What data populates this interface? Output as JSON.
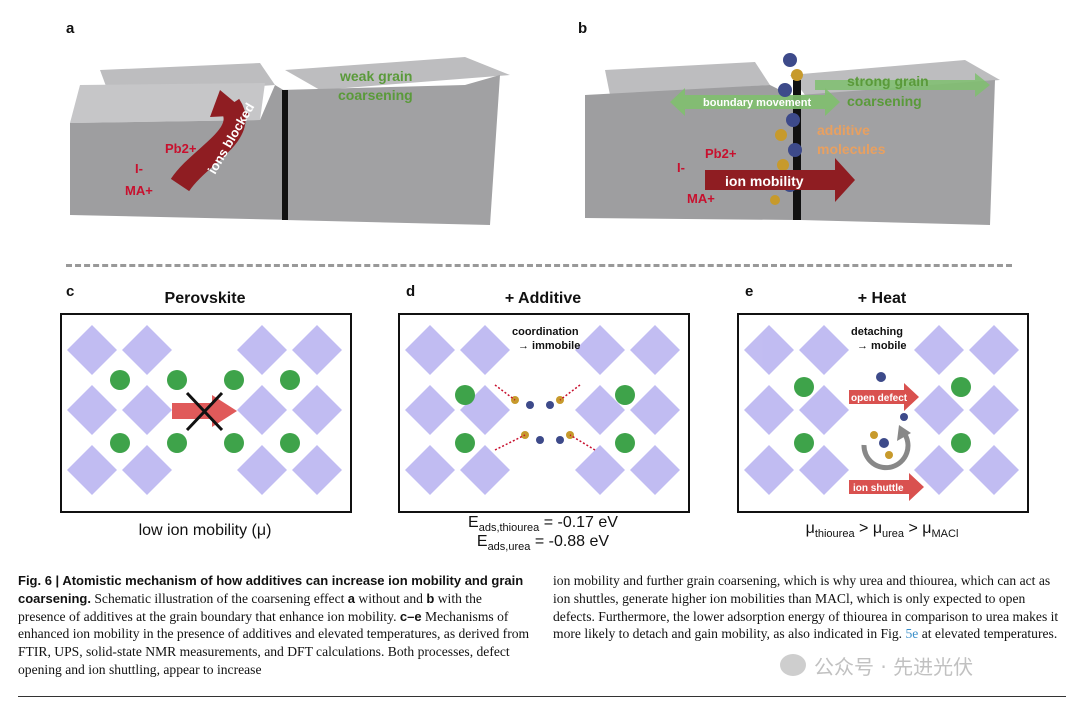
{
  "panels": {
    "a": {
      "letter": "a",
      "weak_grain": [
        "weak grain",
        "coarsening"
      ],
      "ions": [
        "Pb2+",
        "I-",
        "MA+"
      ],
      "arrow_label": "ions blocked"
    },
    "b": {
      "letter": "b",
      "boundary_movement": "boundary movement",
      "strong_grain": [
        "strong grain",
        "coarsening"
      ],
      "additive": [
        "additive",
        "molecules"
      ],
      "ions": [
        "Pb2+",
        "I-",
        "MA+"
      ],
      "arrow_label": "ion mobility"
    },
    "c": {
      "letter": "c",
      "title": "Perovskite",
      "bottom": "low ion mobility (μ)"
    },
    "d": {
      "letter": "d",
      "title": "+ Additive",
      "note": [
        "coordination",
        "→ immobile"
      ],
      "energy": [
        {
          "prefix": "E",
          "sub": "ads,thiourea",
          "value": " = -0.17 eV"
        },
        {
          "prefix": "E",
          "sub": "ads,urea",
          "value": " = -0.88 eV"
        }
      ]
    },
    "e": {
      "letter": "e",
      "title": "+ Heat",
      "note": [
        "detaching",
        "→ mobile"
      ],
      "open_defect": "open defect",
      "ion_shuttle": "ion shuttle",
      "inequality": [
        {
          "sym": "μ",
          "sub": "thiourea"
        },
        {
          "sym": " > μ",
          "sub": "urea"
        },
        {
          "sym": " > μ",
          "sub": "MACl"
        }
      ]
    }
  },
  "caption": {
    "fig_label": "Fig. 6 | Atomistic mechanism of how additives can increase ion mobility and grain coarsening.",
    "left_1": " Schematic illustration of the coarsening effect ",
    "a": "a",
    "left_2": " without and ",
    "b": "b",
    "left_3": " with the presence of additives at the grain boundary that enhance ion mobility. ",
    "ce": "c–e",
    "left_4": " Mechanisms of enhanced ion mobility in the presence of additives and elevated temperatures, as derived from FTIR, UPS, solid-state NMR measurements, and DFT calculations. Both processes, defect opening and ion shuttling, appear to increase",
    "right_1": "ion mobility and further grain coarsening, which is why urea and thiourea, which can act as ion shuttles, generate higher ion mobilities than MACl, which is only expected to open defects. Furthermore, the lower adsorption energy of thiourea in comparison to urea makes it more likely to detach and gain mobility, as also indicated in Fig. ",
    "fig_ref": "5e",
    "right_2": " at elevated temperatures."
  },
  "watermark": "公众号 · 先进光伏",
  "colors": {
    "grain_gray": "#9e9ea0",
    "grain_top": "#bdbdbf",
    "ion_red": "#c8102e",
    "arrow_red": "#8f1d22",
    "green_text": "#5a9a3a",
    "additive_orange": "#e8a060",
    "octahedron": "#8f86e8",
    "sphere_green": "#3ea34a"
  }
}
